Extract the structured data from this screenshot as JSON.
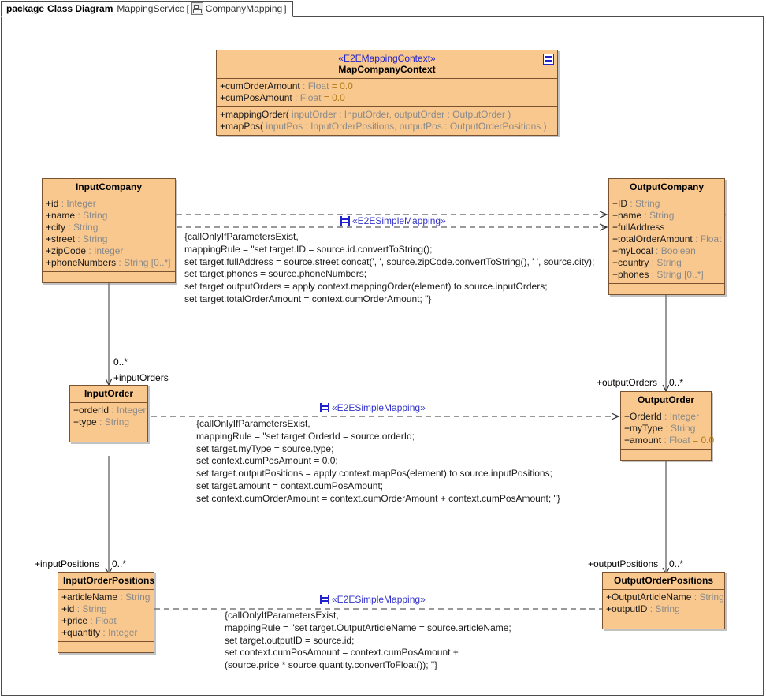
{
  "package_header": {
    "keyword": "package",
    "kind": "Class Diagram",
    "service": "MappingService",
    "bracket_open": "[",
    "icon": "diagram-icon",
    "element": "CompanyMapping",
    "bracket_close": "]"
  },
  "colors": {
    "class_fill": "#f9c88f",
    "class_border": "#7a5230",
    "stereotype_text": "#2222cc",
    "type_text": "#8a8a8a",
    "default_value_text": "#b07a16",
    "connector": "#333333"
  },
  "classes": [
    {
      "id": "map-company-context",
      "stereotype": "«E2EMappingContext»",
      "name": "MapCompanyContext",
      "has_corner_icon": true,
      "attributes": [
        {
          "vis": "+",
          "name": "cumOrderAmount",
          "sep": " : ",
          "type": "Float",
          "assign": " = ",
          "default": "0.0"
        },
        {
          "vis": "+",
          "name": "cumPosAmount",
          "sep": " : ",
          "type": "Float",
          "assign": " = ",
          "default": "0.0"
        }
      ],
      "operations": [
        {
          "vis": "+",
          "name": "mappingOrder(",
          "params": " inputOrder : InputOrder, outputOrder : OutputOrder )"
        },
        {
          "vis": "+",
          "name": "mapPos(",
          "params": " inputPos : InputOrderPositions, outputPos : OutputOrderPositions )"
        }
      ]
    },
    {
      "id": "input-company",
      "name": "InputCompany",
      "attributes": [
        {
          "vis": "+",
          "name": "id",
          "sep": " : ",
          "type": "Integer"
        },
        {
          "vis": "+",
          "name": "name",
          "sep": " : ",
          "type": "String"
        },
        {
          "vis": "+",
          "name": "city",
          "sep": " : ",
          "type": "String"
        },
        {
          "vis": "+",
          "name": "street",
          "sep": " : ",
          "type": "String"
        },
        {
          "vis": "+",
          "name": "zipCode",
          "sep": " : ",
          "type": "Integer"
        },
        {
          "vis": "+",
          "name": "phoneNumbers",
          "sep": " : ",
          "type": "String [0..*]"
        }
      ]
    },
    {
      "id": "output-company",
      "name": "OutputCompany",
      "attributes": [
        {
          "vis": "+",
          "name": "ID",
          "sep": " : ",
          "type": "String"
        },
        {
          "vis": "+",
          "name": "name",
          "sep": " : ",
          "type": "String"
        },
        {
          "vis": "+",
          "name": "fullAddress",
          "sep": "",
          "type": ""
        },
        {
          "vis": "+",
          "name": "totalOrderAmount",
          "sep": " : ",
          "type": "Float"
        },
        {
          "vis": "+",
          "name": "myLocal",
          "sep": " : ",
          "type": "Boolean"
        },
        {
          "vis": "+",
          "name": "country",
          "sep": " : ",
          "type": "String"
        },
        {
          "vis": "+",
          "name": "phones",
          "sep": " : ",
          "type": "String [0..*]"
        }
      ]
    },
    {
      "id": "input-order",
      "name": "InputOrder",
      "attributes": [
        {
          "vis": "+",
          "name": "orderId",
          "sep": " : ",
          "type": "Integer"
        },
        {
          "vis": "+",
          "name": "type",
          "sep": " : ",
          "type": "String"
        }
      ]
    },
    {
      "id": "output-order",
      "name": "OutputOrder",
      "attributes": [
        {
          "vis": "+",
          "name": "OrderId",
          "sep": " : ",
          "type": "Integer"
        },
        {
          "vis": "+",
          "name": "myType",
          "sep": " : ",
          "type": "String"
        },
        {
          "vis": "+",
          "name": "amount",
          "sep": " : ",
          "type": "Float",
          "assign": " = ",
          "default": "0.0"
        }
      ]
    },
    {
      "id": "input-order-positions",
      "name": "InputOrderPositions",
      "attributes": [
        {
          "vis": "+",
          "name": "articleName",
          "sep": " : ",
          "type": "String"
        },
        {
          "vis": "+",
          "name": "id",
          "sep": " : ",
          "type": "String"
        },
        {
          "vis": "+",
          "name": "price",
          "sep": " : ",
          "type": "Float"
        },
        {
          "vis": "+",
          "name": "quantity",
          "sep": " : ",
          "type": "Integer"
        }
      ]
    },
    {
      "id": "output-order-positions",
      "name": "OutputOrderPositions",
      "attributes": [
        {
          "vis": "+",
          "name": "OutputArticleName",
          "sep": " : ",
          "type": "String"
        },
        {
          "vis": "+",
          "name": "outputID",
          "sep": " : ",
          "type": "String"
        }
      ]
    }
  ],
  "mappings": [
    {
      "id": "company-mapping",
      "stereotype": "«E2ESimpleMapping»",
      "rule_text": "{callOnlyIfParametersExist,\nmappingRule = \"set target.ID = source.id.convertToString();\nset target.fullAddress = source.street.concat(', ', source.zipCode.convertToString(), ' ', source.city);\nset target.phones = source.phoneNumbers;\nset target.outputOrders = apply context.mappingOrder(element) to source.inputOrders;\nset target.totalOrderAmount = context.cumOrderAmount; \"}"
    },
    {
      "id": "order-mapping",
      "stereotype": "«E2ESimpleMapping»",
      "rule_text": "{callOnlyIfParametersExist,\nmappingRule = \"set target.OrderId = source.orderId;\nset target.myType = source.type;\nset context.cumPosAmount = 0.0;\nset target.outputPositions = apply context.mapPos(element) to source.inputPositions;\nset target.amount = context.cumPosAmount;\nset context.cumOrderAmount = context.cumOrderAmount + context.cumPosAmount; \"}"
    },
    {
      "id": "position-mapping",
      "stereotype": "«E2ESimpleMapping»",
      "rule_text": "{callOnlyIfParametersExist,\nmappingRule = \"set target.OutputArticleName = source.articleName;\nset target.outputID = source.id;\nset context.cumPosAmount = context.cumPosAmount +\n(source.price * source.quantity.convertToFloat()); \"}"
    }
  ],
  "association_labels": {
    "input_orders_mult": "0..*",
    "input_orders_role": "+inputOrders",
    "output_orders_role": "+outputOrders",
    "output_orders_mult": "0..*",
    "input_positions_role": "+inputPositions",
    "input_positions_mult": "0..*",
    "output_positions_role": "+outputPositions",
    "output_positions_mult": "0..*"
  }
}
